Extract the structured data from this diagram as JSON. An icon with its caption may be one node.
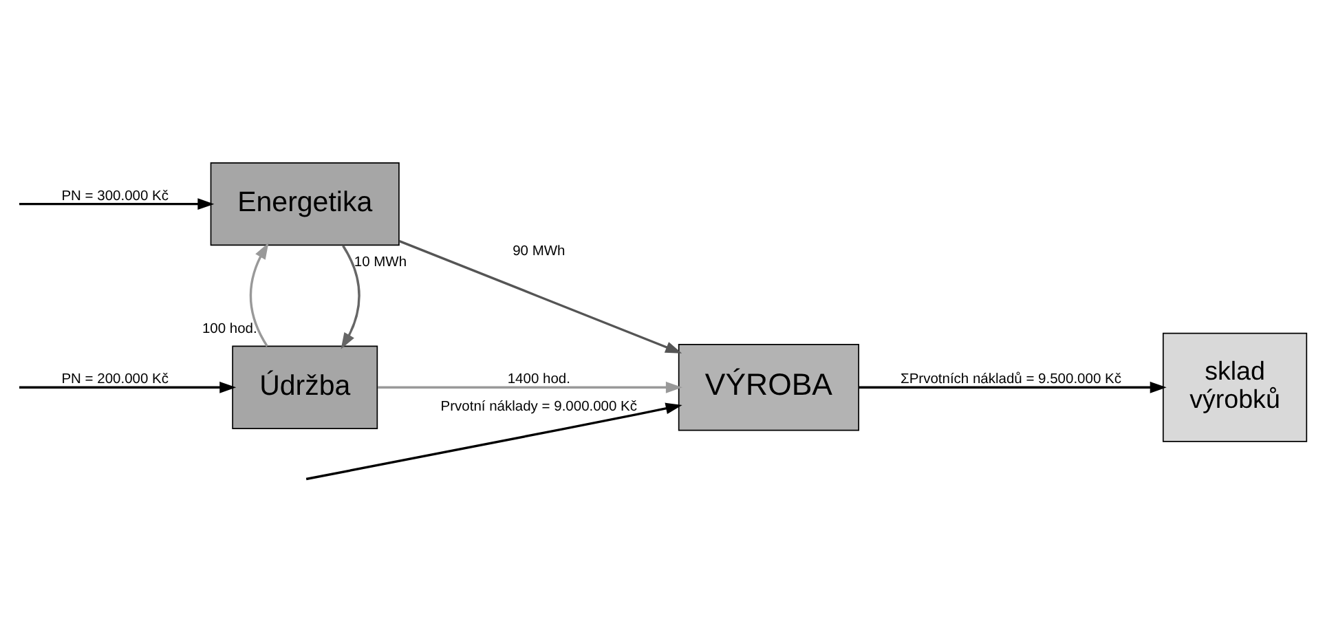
{
  "diagram": {
    "nodes": [
      {
        "text": [
          "VÝROBA"
        ]
      },
      {
        "text": [
          "Údržba"
        ]
      },
      {
        "text": [
          "Energetika"
        ]
      },
      {
        "text": [
          "sklad",
          "výrobků"
        ]
      }
    ],
    "edges": [
      {
        "from": null,
        "to": 0,
        "arrow": "to",
        "label": "Prvotní náklady = 9.000.000 Kč"
      },
      {
        "from": null,
        "to": 1,
        "arrow": "to",
        "label": "PN = 200.000 Kč"
      },
      {
        "from": 1,
        "to": 0,
        "arrow": "to",
        "label": "1400 hod.",
        "color": "#999999"
      },
      {
        "from": 2,
        "to": 1,
        "arrow": "to",
        "label": "10 MWh",
        "color": "#666666"
      },
      {
        "from": 1,
        "to": 2,
        "arrow": "to",
        "label": "100 hod.",
        "color": "#999999"
      },
      {
        "from": null,
        "to": 2,
        "arrow": "to",
        "label": "PN = 300.000 Kč"
      },
      {
        "from": 2,
        "to": 0,
        "arrow": "to",
        "label": "90 MWh",
        "color": "#555555"
      },
      {
        "from": 0,
        "to": 3,
        "arrow": "to",
        "label": "ΣPrvotních nákladů = 9.500.000 Kč"
      }
    ]
  }
}
